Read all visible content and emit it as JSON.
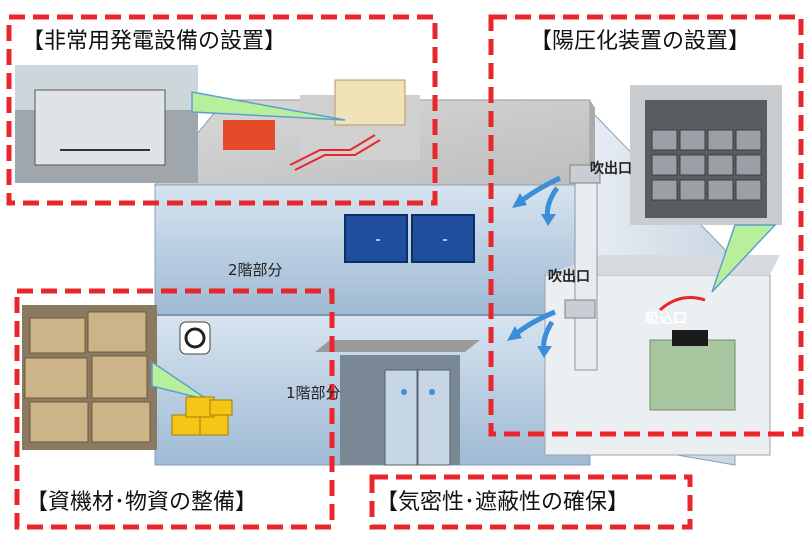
{
  "labels": {
    "generator": "【非常用発電設備の設置】",
    "pressurizer": "【陽圧化装置の設置】",
    "materials": "【資機材･物資の整備】",
    "airtight": "【気密性･遮蔽性の確保】",
    "outlet1": "吹出口",
    "outlet2": "吹出口",
    "inlet": "吸込口",
    "floor2": "2階部分",
    "floor1": "1階部分"
  },
  "colors": {
    "dashed_frame": "#e8262b",
    "airflow_arrow": "#3a8fd8",
    "callout_fill": "#b7ef9a",
    "wall_blue": "#b9cfe3",
    "window_blue": "#1f4e9c",
    "crate_yellow": "#f5c518"
  }
}
